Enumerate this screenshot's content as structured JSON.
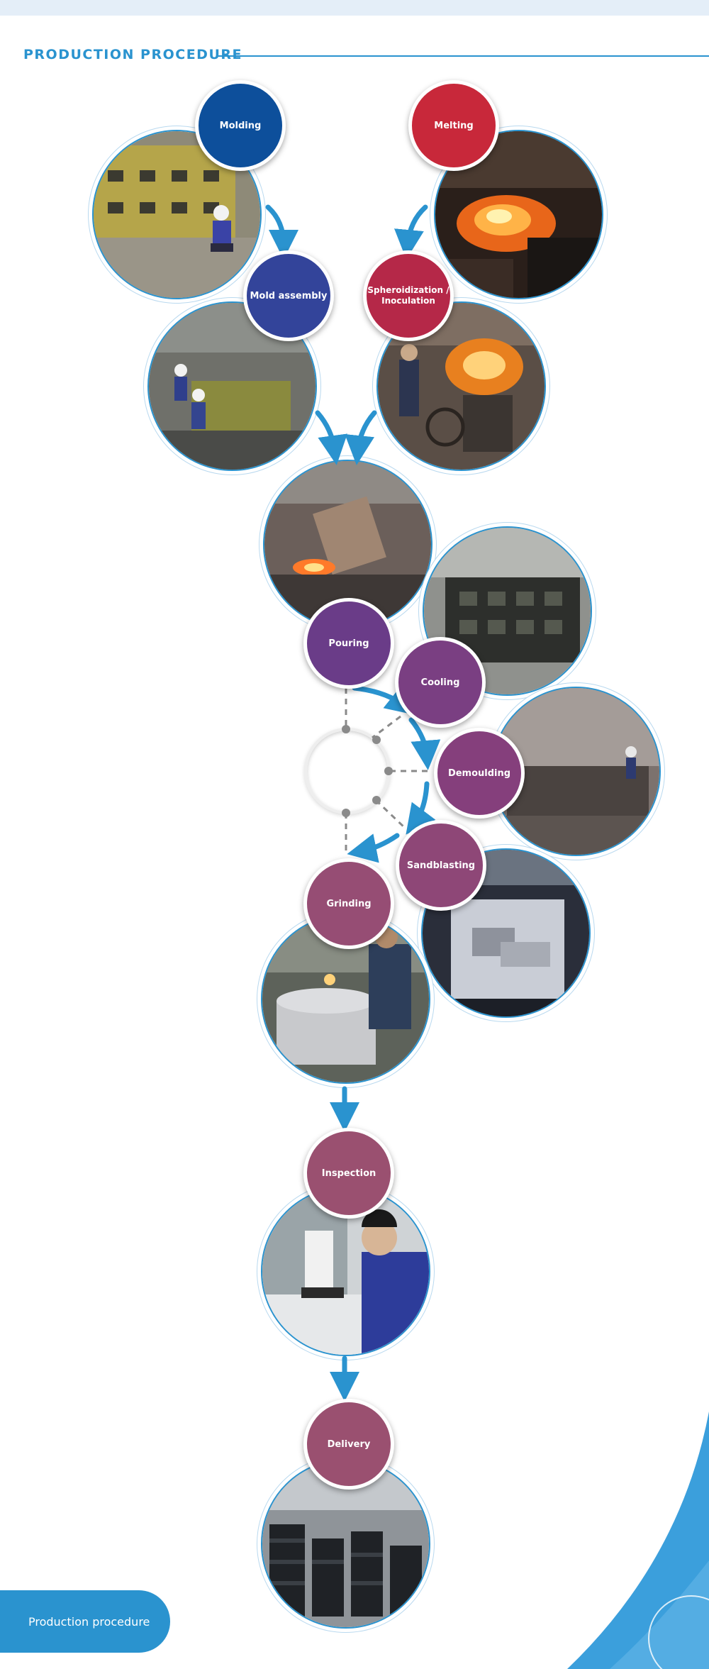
{
  "section": {
    "title": "PRODUCTION PROCEDURE"
  },
  "steps": {
    "molding": "Molding",
    "melting": "Melting",
    "mold_assembly": "Mold assembly",
    "spheroidization": "Spheroidization / Inoculation",
    "pouring": "Pouring",
    "cooling": "Cooling",
    "demoulding": "Demoulding",
    "sandblasting": "Sandblasting",
    "grinding": "Grinding",
    "inspection": "Inspection",
    "delivery": "Delivery"
  },
  "footer": {
    "label": "Production procedure"
  },
  "colors": {
    "accent": "#2a93cf",
    "molding": "#0d4f9b",
    "melting": "#c8283a",
    "mold_assembly": "#33449a",
    "spheroidization": "#b52848",
    "pouring": "#6a3c88",
    "cooling": "#7a3f82",
    "demoulding": "#853f7c",
    "sandblasting": "#8e4777",
    "grinding": "#964d74",
    "inspection": "#9a5070",
    "delivery": "#9a5070"
  }
}
